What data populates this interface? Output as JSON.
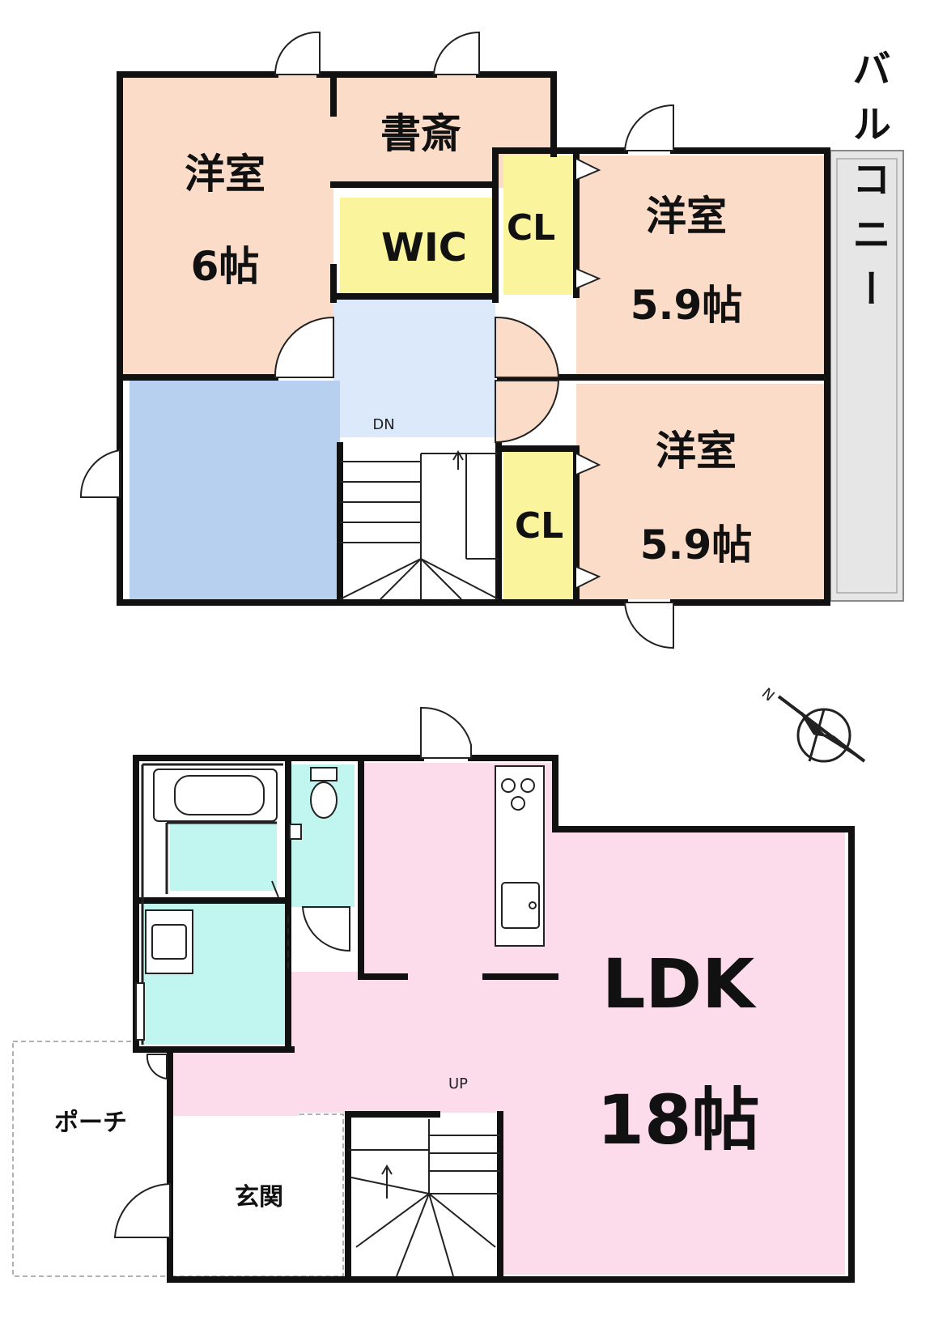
{
  "floor2": {
    "room_west": {
      "name": "洋室",
      "size": "6帖"
    },
    "study": {
      "name": "書斎"
    },
    "wic": {
      "name": "WIC"
    },
    "room_north_east": {
      "name": "洋室",
      "size": "5.9帖",
      "closet": "CL"
    },
    "room_south_east": {
      "name": "洋室",
      "size": "5.9帖",
      "closet": "CL"
    },
    "balcony": {
      "name": "バルコニー"
    },
    "stair": {
      "label": "DN"
    }
  },
  "floor1": {
    "ldk": {
      "name": "LDK",
      "size": "18帖"
    },
    "entrance": {
      "name": "玄関"
    },
    "porch": {
      "name": "ポーチ"
    },
    "stair": {
      "label": "UP"
    }
  },
  "compass": {
    "letter": "N"
  },
  "colors": {
    "room": "#fbdcc8",
    "hall": "#dce9fa",
    "hall_dark": "#b8d0f0",
    "closet": "#faf59c",
    "wet": "#c1f5ef",
    "ldk": "#fcdcea",
    "balcony": "#e6e6e6",
    "wall": "#111111"
  }
}
